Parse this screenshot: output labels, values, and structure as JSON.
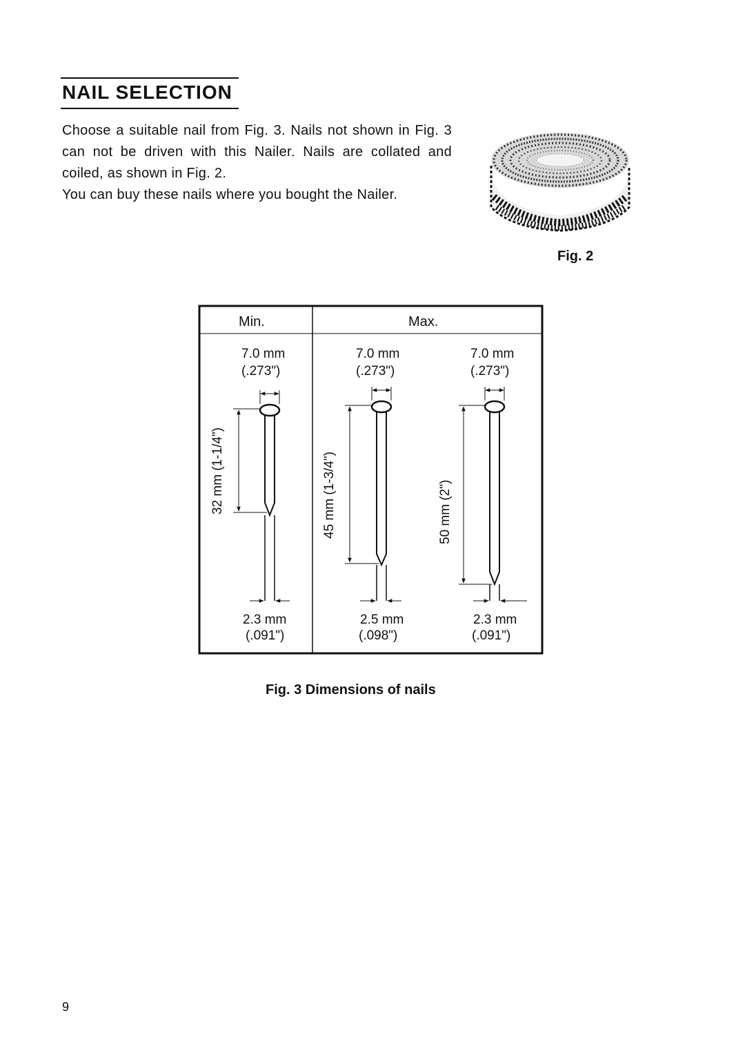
{
  "section": {
    "heading": "NAIL SELECTION",
    "paragraph_1": "Choose a suitable nail from Fig. 3. Nails not shown in Fig. 3 can not be driven with this Nailer. Nails are collated and coiled, as shown in Fig. 2.",
    "paragraph_2": "You can buy these nails where you bought the Nailer."
  },
  "figure_2": {
    "caption": "Fig. 2"
  },
  "figure_3": {
    "caption": "Fig. 3 Dimensions of nails",
    "col_min": "Min.",
    "col_max": "Max.",
    "nails": [
      {
        "head": "7.0 mm",
        "head_in": "(.273\")",
        "length": "32 mm (1-1/4\")",
        "shank": "2.3 mm",
        "shank_in": "(.091\")"
      },
      {
        "head": "7.0 mm",
        "head_in": "(.273\")",
        "length": "45 mm (1-3/4\")",
        "shank": "2.5 mm",
        "shank_in": "(.098\")"
      },
      {
        "head": "7.0 mm",
        "head_in": "(.273\")",
        "length": "50 mm (2\")",
        "shank": "2.3 mm",
        "shank_in": "(.091\")"
      }
    ]
  },
  "page_number": "9"
}
